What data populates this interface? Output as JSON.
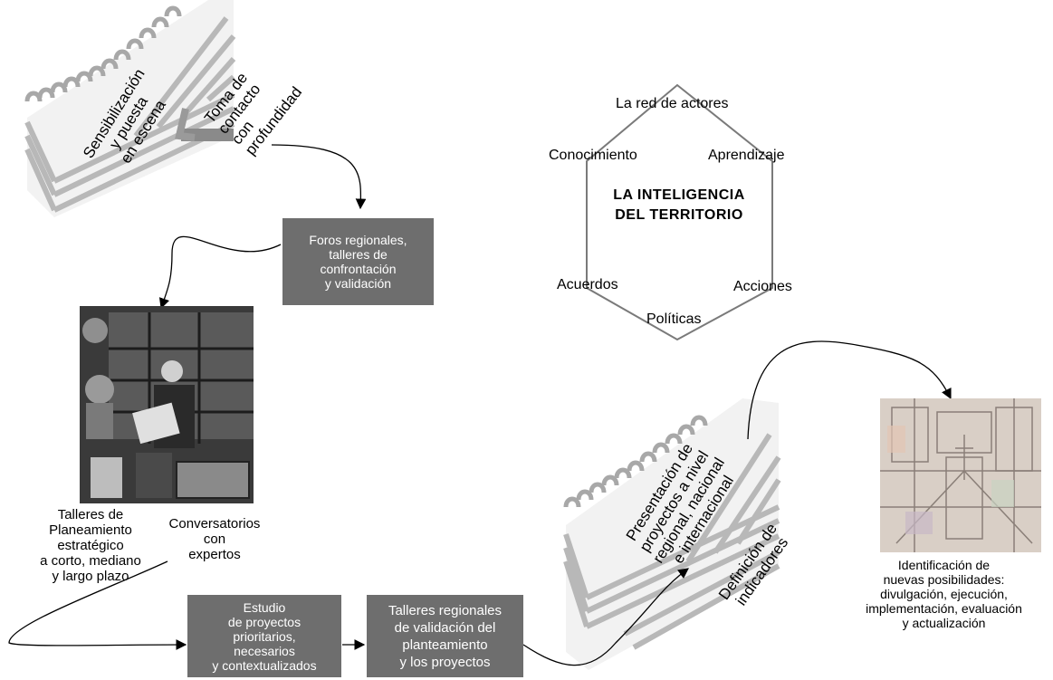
{
  "spiral_top": {
    "label_a": "Sensibilización\ny puesta\nen escena",
    "label_b": "Toma de\ncontacto\ncon\nprofundidad"
  },
  "boxes": {
    "foros": "Foros regionales,\ntalleres de\nconfrontación\ny validación",
    "estudio": "Estudio\nde proyectos\nprioritarios,\nnecesarios\ny contextualizados",
    "talleres_validacion": "Talleres regionales\nde validación del\nplanteamiento\ny los proyectos"
  },
  "labels": {
    "talleres_planeamiento": "Talleres de\nPlaneamiento\nestratégico\na corto, mediano\ny largo plazo",
    "conversatorios": "Conversatorios\ncon\nexpertos",
    "identificacion": "Identificación de\nnuevas posibilidades:\ndivulgación, ejecución,\nimplementación, evaluación\ny actualización"
  },
  "hexagon": {
    "top": "La red de actores",
    "upper_left": "Conocimiento",
    "upper_right": "Aprendizaje",
    "center_line1": "LA INTELIGENCIA",
    "center_line2": "DEL TERRITORIO",
    "lower_left": "Acuerdos",
    "lower_right": "Acciones",
    "bottom": "Políticas"
  },
  "spiral_bottom": {
    "label_a": "Presentación de\nproyectos a nivel\nregional, nacional\ne internacional",
    "label_b": "Definición de\nindicadores"
  },
  "colors": {
    "box_fill": "#6e6e6e",
    "spiral_gray": "#b8b8b8",
    "hex_stroke": "#7a7a7a"
  }
}
